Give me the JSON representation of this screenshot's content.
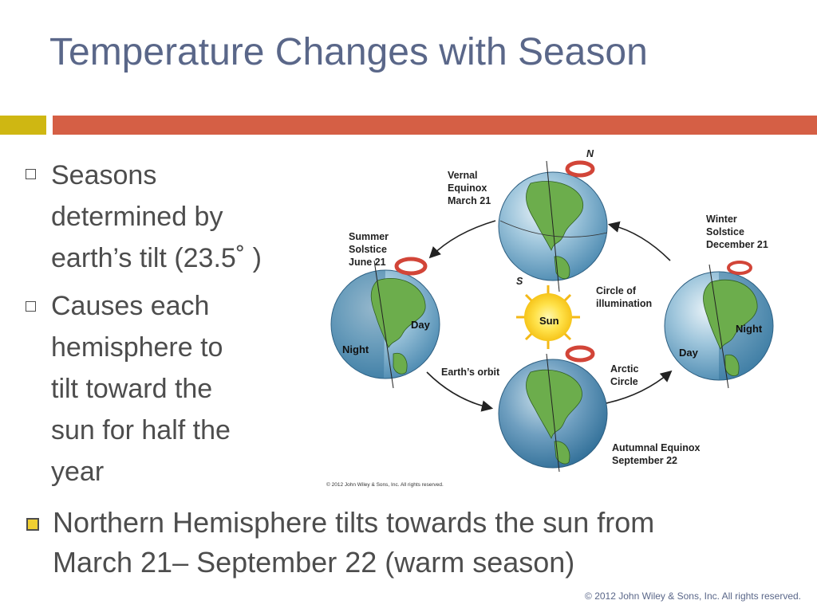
{
  "slide": {
    "title": "Temperature Changes with Season",
    "accent_colors": {
      "yellow": "#cfb712",
      "red": "#d55f45",
      "title": "#5a6789"
    }
  },
  "bullets": [
    {
      "lines": [
        "Seasons",
        "determined by",
        "earth’s tilt (23.5˚ )"
      ]
    },
    {
      "lines": [
        "Causes each",
        "hemisphere to",
        "tilt toward the",
        "sun for half the",
        "year"
      ]
    }
  ],
  "bottom_bullet": {
    "lines": [
      "Northern Hemisphere tilts towards the sun from",
      "March 21– September 22 (warm season)"
    ]
  },
  "diagram": {
    "vernal": [
      "Vernal",
      "Equinox",
      "March 21"
    ],
    "summer": [
      "Summer",
      "Solstice",
      "June 21"
    ],
    "winter": [
      "Winter",
      "Solstice",
      "December 21"
    ],
    "autumnal": [
      "Autumnal Equinox",
      "September 22"
    ],
    "circle_of_illumination": [
      "Circle of",
      "illumination"
    ],
    "arctic_circle": [
      "Arctic",
      "Circle"
    ],
    "orbit_label": "Earth’s orbit",
    "sun_label": "Sun",
    "north": "N",
    "south": "S",
    "day": "Day",
    "night": "Night",
    "copyright": "© 2012 John Wiley & Sons, Inc. All rights reserved."
  },
  "footer": "© 2012 John Wiley & Sons, Inc. All rights reserved."
}
